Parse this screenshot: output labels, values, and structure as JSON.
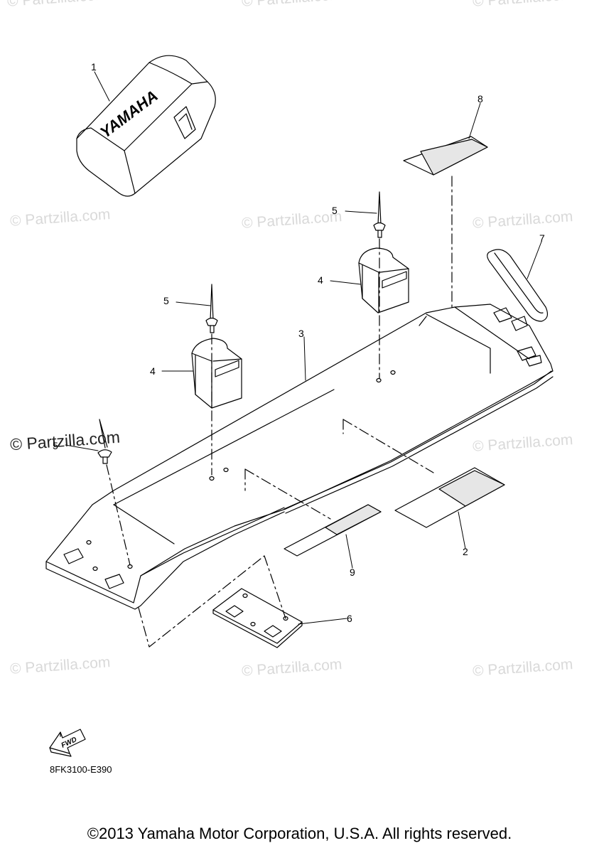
{
  "watermark": "© Partzilla.com",
  "logo_text": "YAMAHA",
  "fwd_label": "FWD",
  "callouts": [
    "1",
    "2",
    "3",
    "4",
    "4",
    "5",
    "5",
    "5",
    "6",
    "7",
    "8",
    "9"
  ],
  "diagram_code": "8FK3100-E390",
  "copyright": "©2013 Yamaha Motor Corporation, U.S.A. All rights reserved."
}
